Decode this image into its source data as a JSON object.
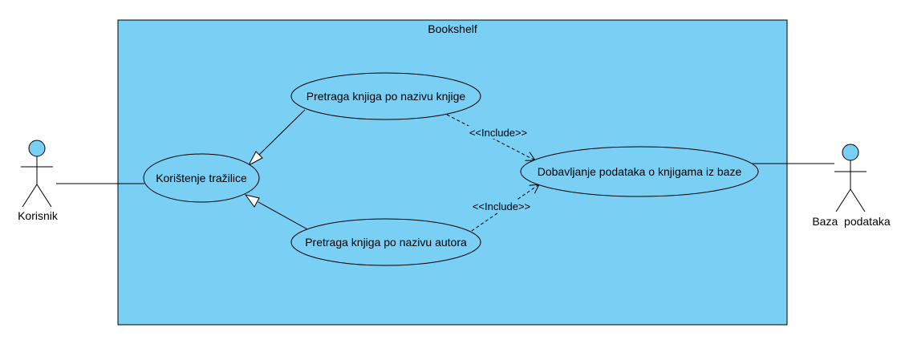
{
  "system": {
    "name": "Bookshelf"
  },
  "actors": {
    "korisnik": {
      "name": "Korisnik"
    },
    "baza": {
      "name": "Baza  podataka"
    }
  },
  "use_cases": {
    "koristenje": "Korištenje tražilice",
    "pretraga_naziv": "Pretraga knjiga po nazivu knjige",
    "pretraga_autor": "Pretraga knjiga po nazivu autora",
    "dobavljanje": "Dobavljanje podataka o knjigama iz baze"
  },
  "relations": {
    "include_top": "<<Include>>",
    "include_bottom": "<<Include>>"
  },
  "colors": {
    "system_fill": "#7ACFF5",
    "actor_head": "#7ACFF5",
    "line": "#000000"
  }
}
